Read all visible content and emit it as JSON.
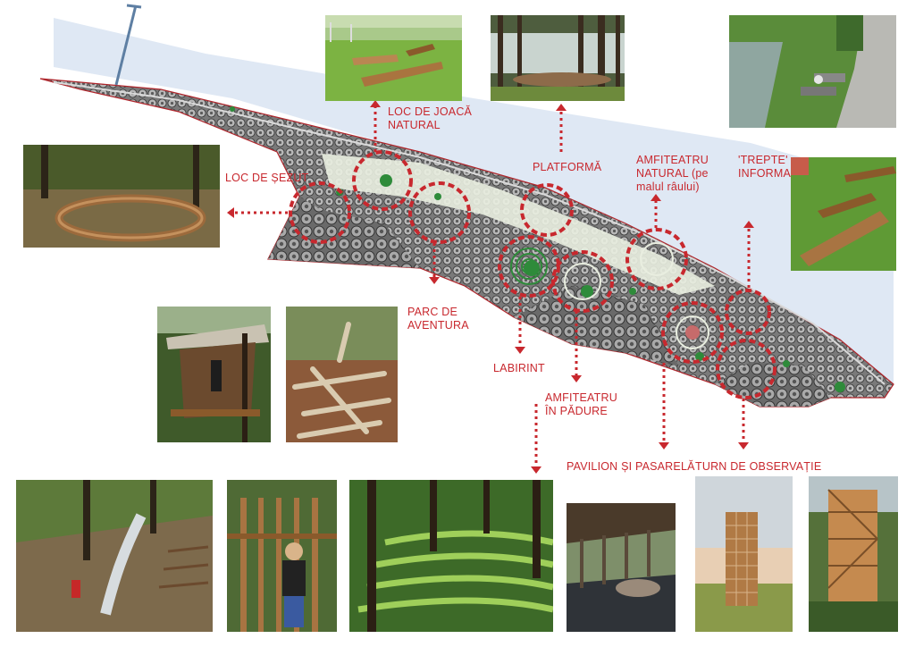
{
  "colors": {
    "accent_red": "#c8282e",
    "river_blue": "#dfe8f4",
    "tree_grey": "#6e6e6e",
    "path_light": "#e9eee0",
    "label_red": "#c8282e"
  },
  "labels": {
    "loc_joaca": "LOC DE JOACĂ NATURAL",
    "platforma": "PLATFORMĂ",
    "amfiteatru_natural": "AMFITEATRU NATURAL (pe malul râului)",
    "trepte": "'TREPTE' INFORMALE",
    "loc_sezut": "LOC DE ȘEZUT",
    "parc_aventura": "PARC DE AVENTURA",
    "labirint": "LABIRINT",
    "amfiteatru_padure": "AMFITEATRU ÎN PĂDURE",
    "pavilion": "PAVILION ȘI PASARELĂ",
    "turn": "TURN DE OBSERVAȚIE"
  },
  "photos": [
    {
      "name": "photo-natural-playground",
      "subject": "wooden beams on grass"
    },
    {
      "name": "photo-platform",
      "subject": "wooden deck in forest"
    },
    {
      "name": "photo-riverside-seating",
      "subject": "benches by river path"
    },
    {
      "name": "photo-circular-bench",
      "subject": "round wooden bench in woods"
    },
    {
      "name": "photo-informal-steps",
      "subject": "timber steps on slope"
    },
    {
      "name": "photo-treehouse",
      "subject": "treehouse platform"
    },
    {
      "name": "photo-log-climbing",
      "subject": "log climbing structure"
    },
    {
      "name": "photo-slide",
      "subject": "slide on hillside"
    },
    {
      "name": "photo-wood-maze",
      "subject": "child at wooden maze"
    },
    {
      "name": "photo-forest-amphitheatre",
      "subject": "grass terraces in forest"
    },
    {
      "name": "photo-pavilion",
      "subject": "covered walkway"
    },
    {
      "name": "photo-tower-1",
      "subject": "lattice tower in field"
    },
    {
      "name": "photo-tower-2",
      "subject": "wooden tower in trees"
    }
  ]
}
